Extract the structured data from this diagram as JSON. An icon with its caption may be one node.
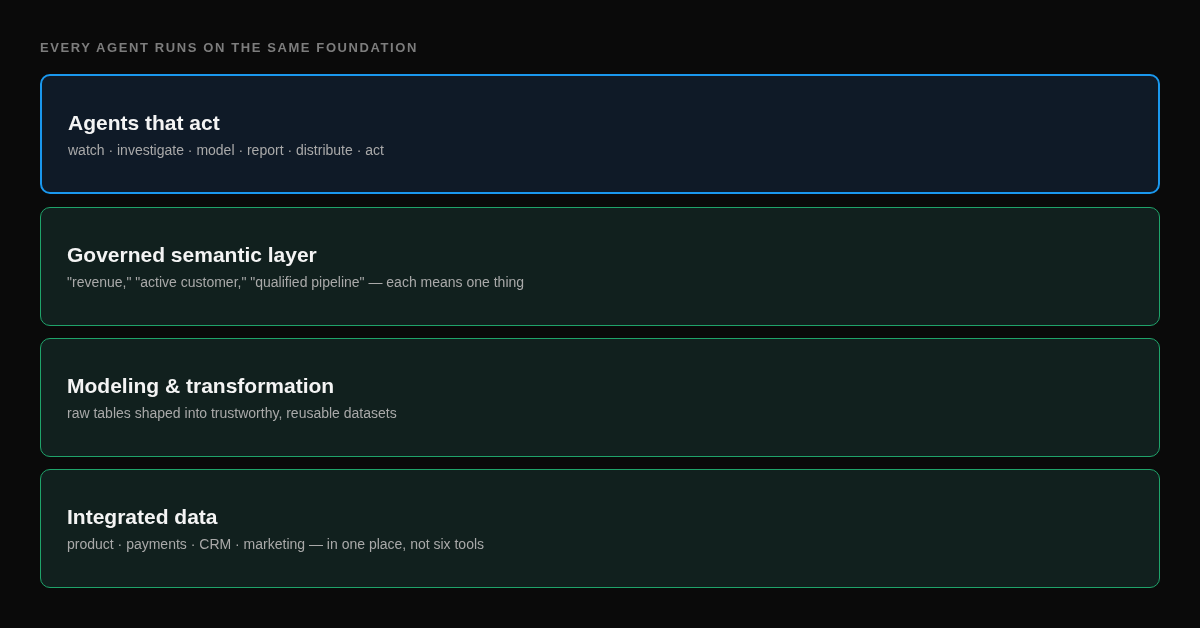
{
  "diagram": {
    "title": "EVERY AGENT RUNS ON THE SAME FOUNDATION",
    "nodes": [
      {
        "text": [
          "Agents that act",
          "watch · investigate · model · report · distribute · act"
        ]
      },
      {
        "text": [
          "Governed semantic layer",
          "\"revenue,\" \"active customer,\" \"qualified pipeline\" — each means one thing"
        ]
      },
      {
        "text": [
          "Modeling & transformation",
          "raw tables shaped into trustworthy, reusable datasets"
        ]
      },
      {
        "text": [
          "Integrated data",
          "product · payments · CRM · marketing — in one place, not six tools"
        ]
      }
    ]
  }
}
